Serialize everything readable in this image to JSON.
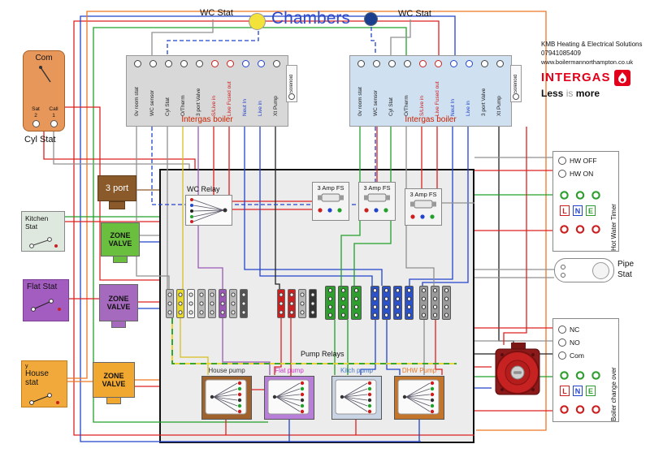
{
  "header": {
    "wc_stat_left": "WC Stat",
    "title": "Chambers",
    "wc_stat_right": "WC Stat"
  },
  "branding": {
    "company": "KMB Heating & Electrical Solutions",
    "phone": "07941085409",
    "website": "www.boilermannorthampton.co.uk",
    "logo_text": "INTERGAS",
    "tagline_less": "Less",
    "tagline_is": "is",
    "tagline_more": "more"
  },
  "left_column": {
    "com_box": {
      "title": "Com",
      "t1_label": "Sat",
      "t1_num": "2",
      "t2_label": "Call",
      "t2_num": "1"
    },
    "cyl_stat_label": "Cyl Stat",
    "three_port_label": "3 port",
    "kitchen_stat_label": "Kitchen Stat",
    "zone_valve_green_label": "ZONE VALVE",
    "flat_stat_label": "Flat Stat",
    "zone_valve_purple_label": "ZONE VALVE",
    "house_stat_prefix": "y",
    "house_stat_label": "House stat",
    "zone_valve_orange_label": "ZONE VALVE"
  },
  "boilers": [
    {
      "name": "Intergas boiler",
      "solenoid_label": "Solenoid",
      "terminals": [
        {
          "label": "0v room stat",
          "color": "#333333"
        },
        {
          "label": "WC sensor",
          "color": "#333333"
        },
        {
          "label": "Cyl Stat",
          "color": "#333333"
        },
        {
          "label": "O/Therm",
          "color": "#333333"
        },
        {
          "label": "3 port Valve",
          "color": "#333333"
        },
        {
          "label": "S/Live in",
          "color": "#dd2020"
        },
        {
          "label": "Live Fused out",
          "color": "#dd2020"
        },
        {
          "label": "Neut In",
          "color": "#2244cc"
        },
        {
          "label": "Live in",
          "color": "#2244cc"
        },
        {
          "label": "Xt Pump",
          "color": "#333333"
        }
      ]
    },
    {
      "name": "Intergas boiler",
      "solenoid_label": "Solenoid",
      "terminals": [
        {
          "label": "0v room stat",
          "color": "#333333"
        },
        {
          "label": "WC sensor",
          "color": "#333333"
        },
        {
          "label": "Cyl Stat",
          "color": "#333333"
        },
        {
          "label": "O/Therm",
          "color": "#333333"
        },
        {
          "label": "S/Live in",
          "color": "#dd2020"
        },
        {
          "label": "Live Fused out",
          "color": "#dd2020"
        },
        {
          "label": "Neut In",
          "color": "#2244cc"
        },
        {
          "label": "Live in",
          "color": "#2244cc"
        },
        {
          "label": "3 port Valve",
          "color": "#333333"
        },
        {
          "label": "Xt Pump",
          "color": "#333333"
        }
      ]
    }
  ],
  "panel": {
    "wc_relay_label": "WC Relay",
    "fuse_labels": [
      "3 Amp FS",
      "3 Amp FS",
      "3 Amp FS"
    ],
    "pump_relays_label": "Pump Relays",
    "pumps": [
      {
        "label": "House pump",
        "label_color": "#333333"
      },
      {
        "label": "Flat pump",
        "label_color": "#cc33cc"
      },
      {
        "label": "Kitch pump",
        "label_color": "#4477cc"
      },
      {
        "label": "DHW Pump",
        "label_color": "#ee7722"
      }
    ]
  },
  "right_column": {
    "hot_water_timer": {
      "title": "Hot Water Timer",
      "off_label": "HW OFF",
      "on_label": "HW ON",
      "l": "L",
      "n": "N",
      "e": "E"
    },
    "pipe_stat_label": "Pipe Stat",
    "boiler_changeover": {
      "title": "Boiler change over",
      "nc_label": "NC",
      "no_label": "NO",
      "com_label": "Com",
      "l": "L",
      "n": "N",
      "e": "E"
    }
  },
  "colors": {
    "title_blue": "#2d49c9",
    "intergas_red": "#e2001a",
    "wire_red": "#dd2020",
    "wire_blue": "#2244cc",
    "wire_green": "#22a02a",
    "wire_orange": "#ee7722",
    "wire_gray": "#909090",
    "earth_yellow": "#e8d020",
    "panel_gray": "#ececec",
    "boiler_left": "#d8d8d8",
    "boiler_right": "#cfe0f0"
  }
}
